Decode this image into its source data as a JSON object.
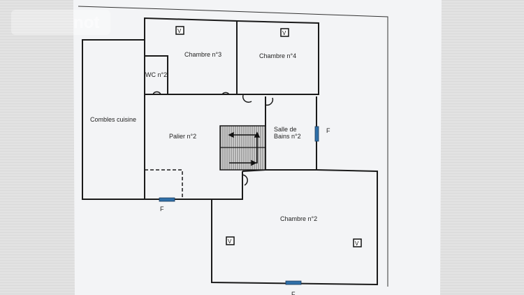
{
  "watermark": "not",
  "colors": {
    "window": "#2f6fa8",
    "wall": "#1a1a1a",
    "paper": "#f3f4f6",
    "background": "#dcdcdc"
  },
  "rooms": {
    "chambre3": "Chambre n°3",
    "chambre4": "Chambre n°4",
    "wc2": "WC n°2",
    "combles": "Combles cuisine",
    "palier2": "Palier n°2",
    "sdb2_line1": "Salle de",
    "sdb2_line2": "Bains n°2",
    "chambre2": "Chambre n°2"
  },
  "vent_marker": "V",
  "window_marker": "F"
}
